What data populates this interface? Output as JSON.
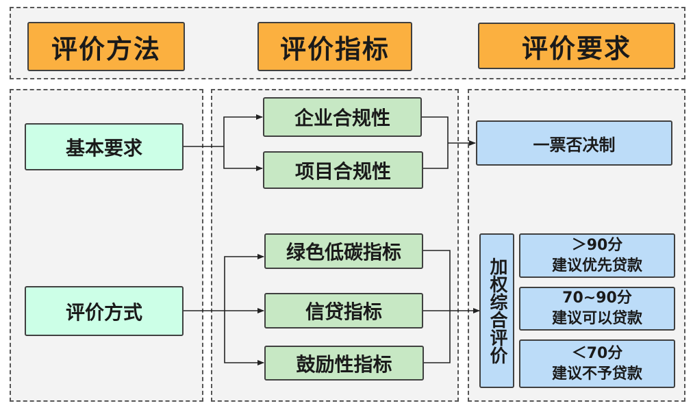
{
  "headers": {
    "method": "评价方法",
    "indicator": "评价指标",
    "requirement": "评价要求"
  },
  "methods": {
    "basic": "基本要求",
    "scoring": "评价方式"
  },
  "indicators": {
    "enterprise_compliance": "企业合规性",
    "project_compliance": "项目合规性",
    "green_low_carbon": "绿色低碳指标",
    "credit": "信贷指标",
    "incentive": "鼓励性指标"
  },
  "requirements": {
    "veto": "一票否决制",
    "weighted": "加权综合评价",
    "tiers": [
      {
        "score": "＞90分",
        "advice": "建议优先贷款"
      },
      {
        "score": "70~90分",
        "advice": "建议可以贷款"
      },
      {
        "score": "＜70分",
        "advice": "建议不予贷款"
      }
    ]
  },
  "colors": {
    "header": "#fbb040",
    "method_box": "#ccffe7",
    "indicator_box": "#c7e8c4",
    "requirement_box": "#bcdcf8",
    "panel": "#f3f3f3"
  }
}
